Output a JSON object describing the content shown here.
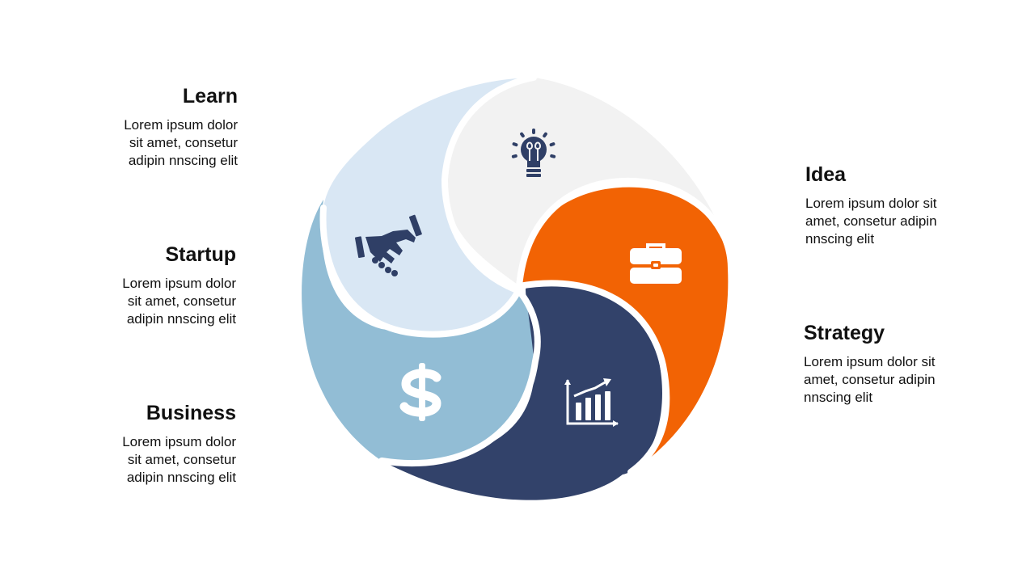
{
  "colors": {
    "learn": "#d9e7f4",
    "idea": "#f2f2f2",
    "strategy": "#f26304",
    "growth": "#32426a",
    "business": "#92bdd5",
    "icon_dark": "#2f3f66",
    "icon_light": "#ffffff",
    "separator": "#ffffff"
  },
  "icons": {
    "handshake": "handshake-icon",
    "lightbulb": "lightbulb-icon",
    "briefcase": "briefcase-icon",
    "chart": "bar-chart-icon",
    "dollar": "dollar-icon"
  },
  "labels": {
    "learn": {
      "title": "Learn",
      "body_lines": [
        "Lorem ipsum dolor",
        "sit amet, consetur",
        "adipin nnscing elit"
      ]
    },
    "startup": {
      "title": "Startup",
      "body_lines": [
        "Lorem ipsum dolor",
        "sit amet, consetur",
        "adipin nnscing elit"
      ]
    },
    "business": {
      "title": "Business",
      "body_lines": [
        "Lorem ipsum dolor",
        "sit amet, consetur",
        "adipin nnscing elit"
      ]
    },
    "idea": {
      "title": "Idea",
      "body_lines": [
        "Lorem ipsum dolor sit",
        "amet, consetur adipin",
        "nnscing elit"
      ]
    },
    "strategy": {
      "title": "Strategy",
      "body_lines": [
        "Lorem ipsum dolor sit",
        "amet, consetur adipin",
        "nnscing elit"
      ]
    }
  }
}
